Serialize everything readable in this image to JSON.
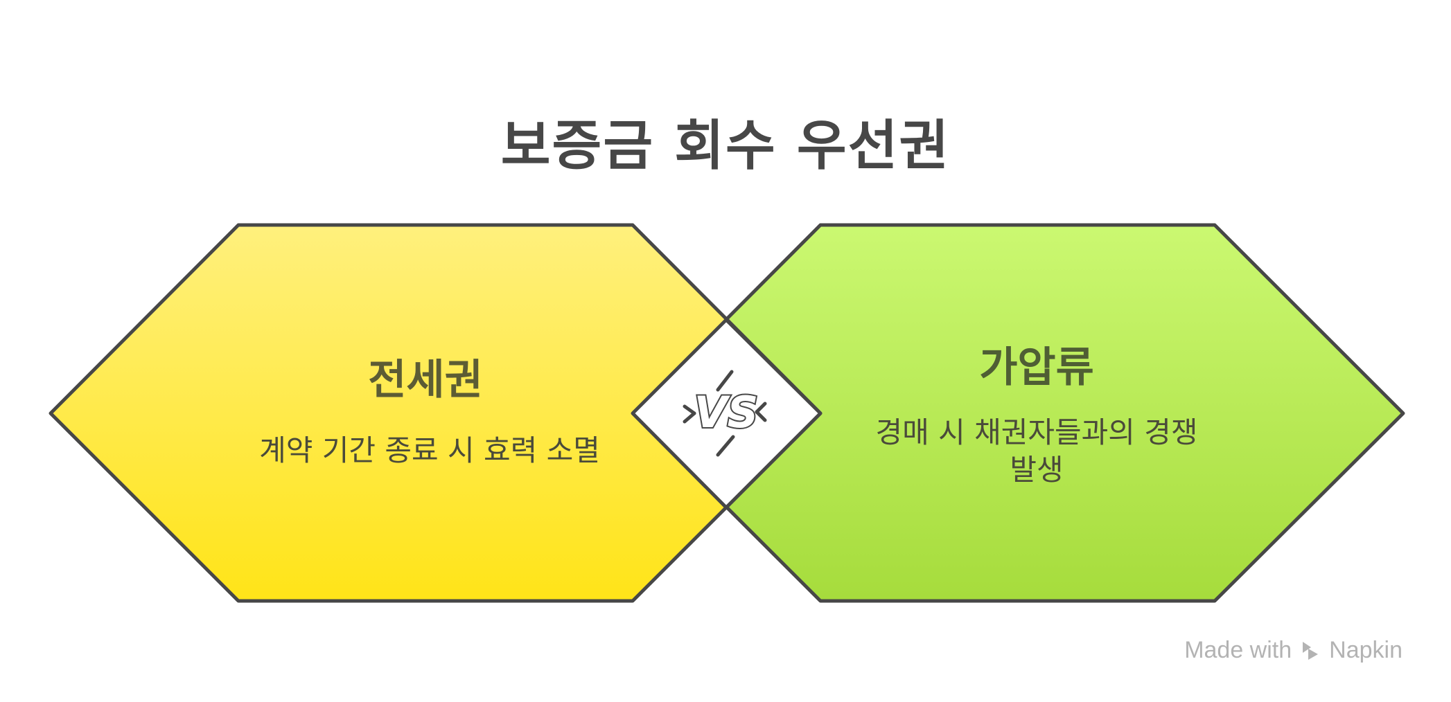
{
  "title": "보증금 회수 우선권",
  "left": {
    "heading": "전세권",
    "description": "계약 기간 종료 시 효력 소멸",
    "color_top": "#fff07d",
    "color_bottom": "#ffe418"
  },
  "right": {
    "heading": "가압류",
    "description_line1": "경매 시 채권자들과의 경쟁",
    "description_line2": "발생",
    "color_top": "#cbf871",
    "color_bottom": "#a6dc3c"
  },
  "center": {
    "label": "VS",
    "icon": "versus-icon"
  },
  "colors": {
    "outline": "#474747",
    "title": "#474747",
    "watermark": "#b3b3b3"
  },
  "watermark": {
    "made_with": "Made with",
    "brand": "Napkin"
  }
}
